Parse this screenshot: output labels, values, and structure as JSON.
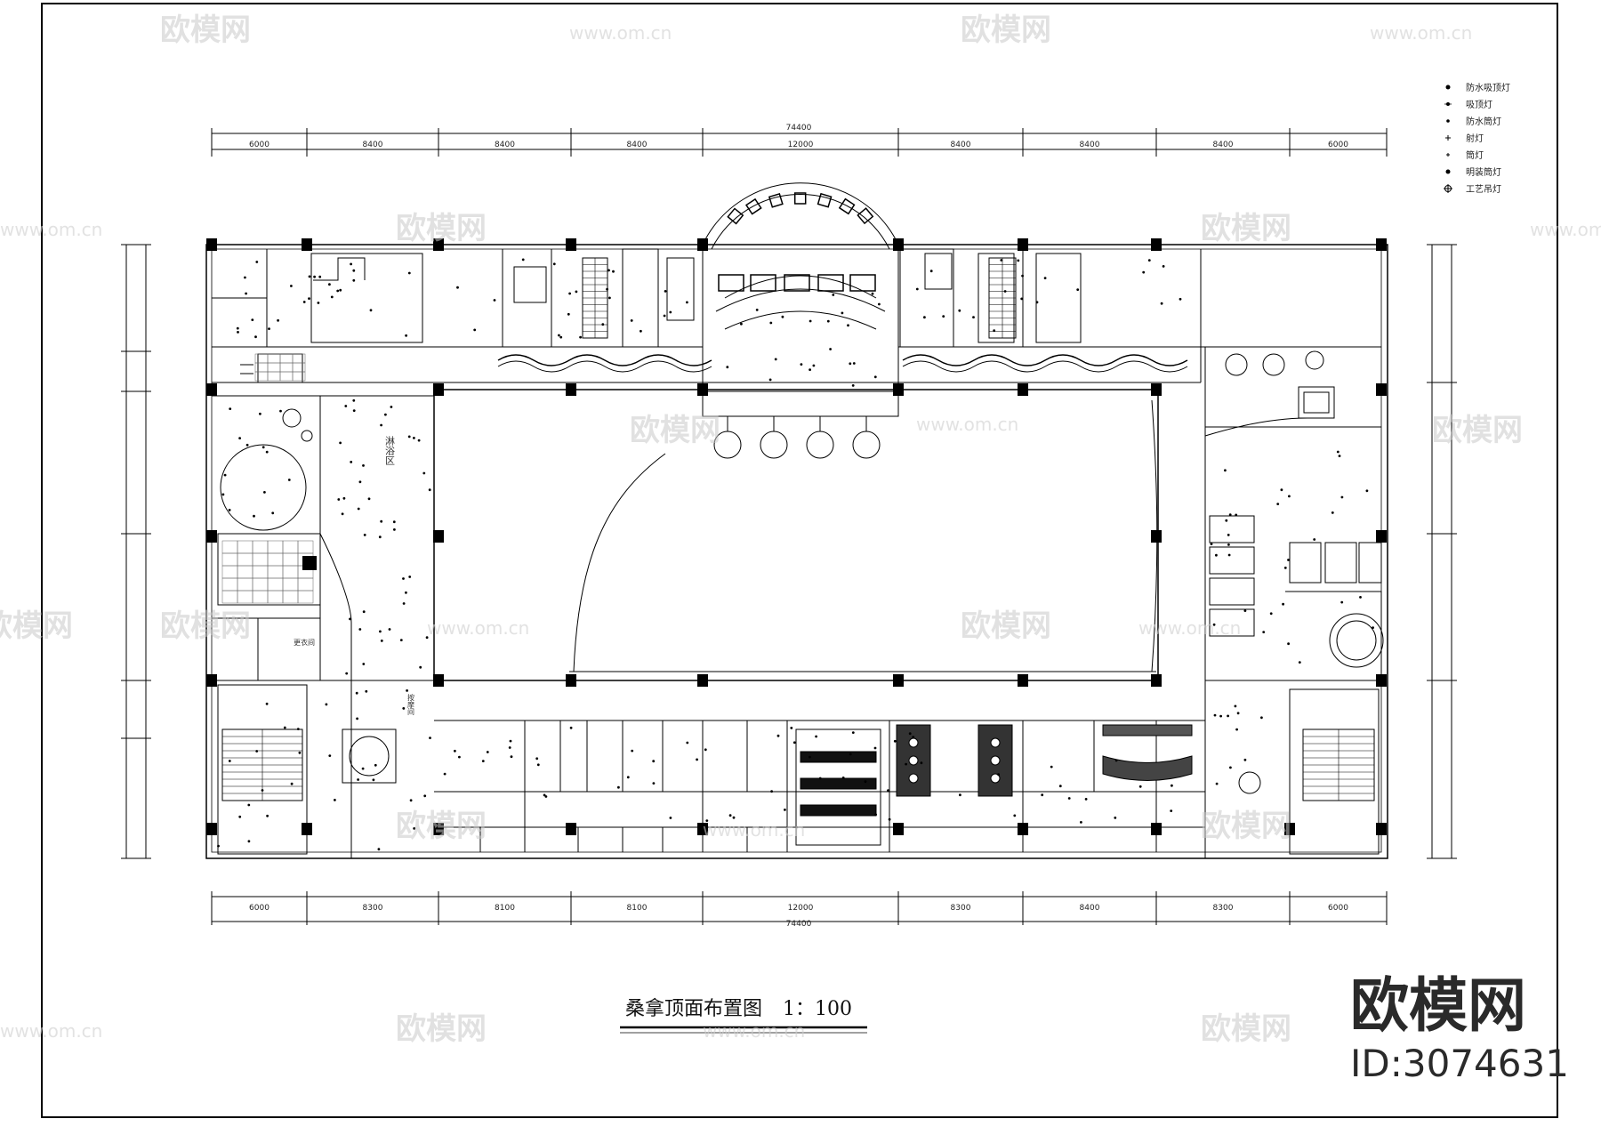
{
  "drawing": {
    "title": "桑拿顶面布置图",
    "scale": "1：100"
  },
  "dimensions": {
    "top_total": "74400",
    "top_segments": [
      "6000",
      "8400",
      "8400",
      "8400",
      "12000",
      "8400",
      "8400",
      "8400",
      "6000"
    ],
    "bottom_total": "74400",
    "bottom_segments": [
      "6000",
      "8300",
      "8100",
      "8100",
      "12000",
      "8300",
      "8400",
      "8300",
      "6000"
    ]
  },
  "legend": [
    {
      "symbol": "dot",
      "label": "防水吸顶灯"
    },
    {
      "symbol": "cross-dot",
      "label": "吸顶灯"
    },
    {
      "symbol": "dot-small",
      "label": "防水筒灯"
    },
    {
      "symbol": "plus",
      "label": "射灯"
    },
    {
      "symbol": "plus-small",
      "label": "筒灯"
    },
    {
      "symbol": "dot",
      "label": "明装筒灯"
    },
    {
      "symbol": "target",
      "label": "工艺吊灯"
    }
  ],
  "room_labels": {
    "shower": "淋浴区",
    "dressing": "更衣间",
    "massage": "按摩间"
  },
  "watermark": {
    "brand": "欧模网",
    "url": "www.om.cn",
    "id_text": "ID:3074631"
  }
}
